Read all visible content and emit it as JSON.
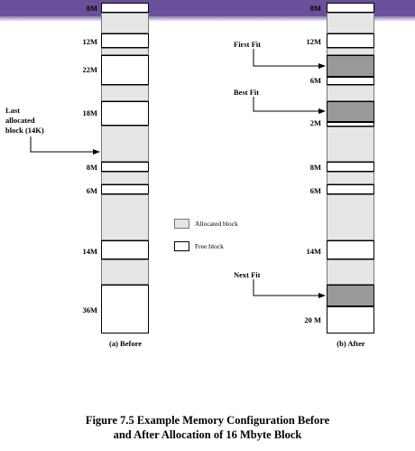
{
  "before": {
    "labels": [
      "8M",
      "12M",
      "22M",
      "18M",
      "8M",
      "6M",
      "14M",
      "36M"
    ],
    "caption": "(a) Before",
    "last_allocated": [
      "Last",
      "allocated",
      "block (14K)"
    ]
  },
  "after": {
    "labels": [
      "8M",
      "12M",
      "6M",
      "2M",
      "8M",
      "6M",
      "14M",
      "20 M"
    ],
    "caption": "(b) After",
    "first_fit": "First Fit",
    "best_fit": "Best Fit",
    "next_fit": "Next Fit"
  },
  "legend": {
    "allocated": "Allocated block",
    "free": "Free block"
  },
  "figure": {
    "line1": "Figure 7.5    Example Memory Configuration Before",
    "line2": "and After Allocation of 16 Mbyte Block"
  },
  "colors": {
    "allocated": "#e6e6e6",
    "free": "#ffffff",
    "new_allocation": "#999999",
    "header_bar": "#6a4f9a"
  }
}
